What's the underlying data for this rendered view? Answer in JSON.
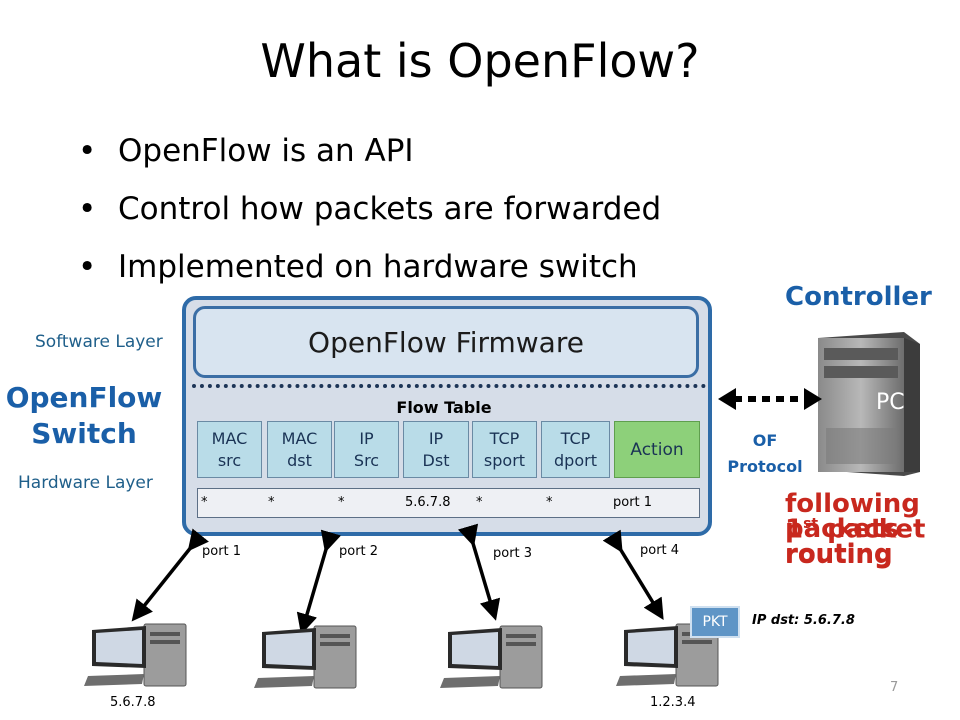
{
  "title": "What is OpenFlow?",
  "bullets": [
    "OpenFlow is an API",
    "Control how packets are forwarded",
    "Implemented on hardware switch"
  ],
  "layers": {
    "software": "Software Layer",
    "hardware": "Hardware Layer"
  },
  "switch_label": {
    "line1": "OpenFlow",
    "line2": "Switch"
  },
  "firmware": "OpenFlow Firmware",
  "flow_table": {
    "title": "Flow Table",
    "headers": [
      "MAC\nsrc",
      "MAC\ndst",
      "IP\nSrc",
      "IP\nDst",
      "TCP\nsport",
      "TCP\ndport",
      "Action"
    ],
    "rule": [
      "*",
      "*",
      "*",
      "5.6.7.8",
      "*",
      "*",
      "port 1"
    ]
  },
  "ports": [
    "port 1",
    "port 2",
    "port 3",
    "port 4"
  ],
  "controller": {
    "label": "Controller",
    "pc": "PC"
  },
  "protocol": {
    "line1": "OF",
    "line2": "Protocol"
  },
  "overlay_text": {
    "first_packet": {
      "line1": "1",
      "sup": "st",
      "line1_rest": " packet",
      "line2": "routing"
    },
    "following": {
      "line1": "following",
      "line2": "packets",
      "line3": "routing"
    }
  },
  "packet": {
    "label": "PKT",
    "ip_dst": "IP dst: 5.6.7.8"
  },
  "hosts": {
    "left_ip": "5.6.7.8",
    "right_ip": "1.2.3.4"
  },
  "page_number": "7",
  "colors": {
    "accent": "#1a5fa8",
    "red": "#c8281e",
    "action": "#8dd07a",
    "field": "#b9dce8"
  }
}
